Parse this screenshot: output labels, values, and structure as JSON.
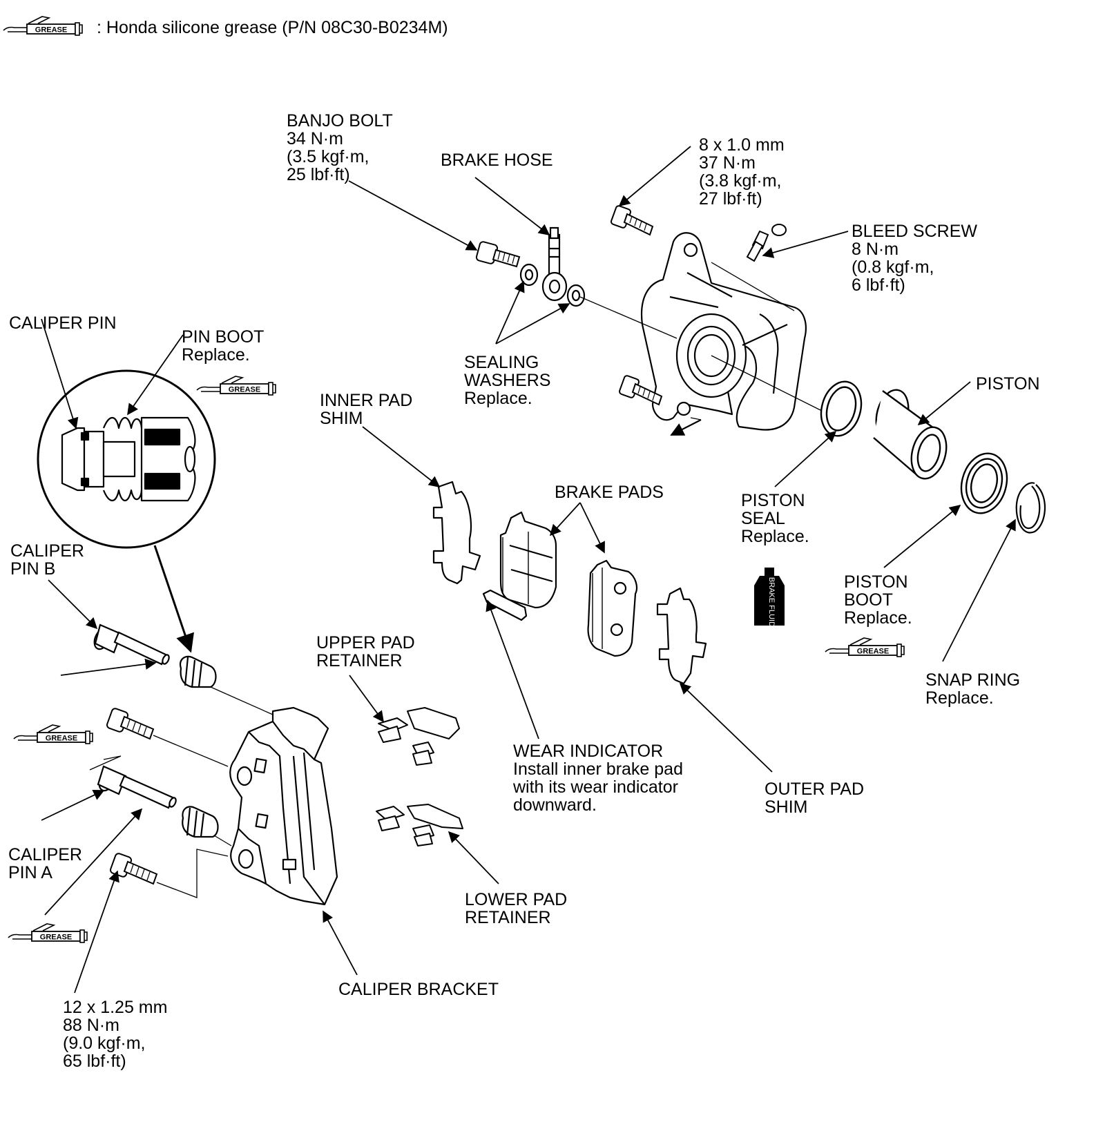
{
  "legend": {
    "icon": "grease-tube-icon",
    "icon_text": "GREASE",
    "text": ": Honda silicone grease (P/N 08C30-B0234M)"
  },
  "fluid_bottle": {
    "icon": "brake-fluid-bottle-icon",
    "text": "BRAKE FLUID"
  },
  "labels": {
    "banjo_bolt": [
      "BANJO BOLT",
      "34 N·m",
      "(3.5 kgf·m,",
      "25 lbf·ft)"
    ],
    "brake_hose": [
      "BRAKE HOSE"
    ],
    "mounting_bolt": [
      "8 x 1.0 mm",
      "37 N·m",
      "(3.8 kgf·m,",
      "27 lbf·ft)"
    ],
    "bleed_screw": [
      "BLEED SCREW",
      "8 N·m",
      "(0.8 kgf·m,",
      "6 lbf·ft)"
    ],
    "caliper_pin": [
      "CALIPER PIN"
    ],
    "pin_boot": [
      "PIN BOOT",
      "Replace."
    ],
    "sealing_washers": [
      "SEALING",
      "WASHERS",
      "Replace."
    ],
    "piston": [
      "PISTON"
    ],
    "inner_pad_shim": [
      "INNER PAD",
      "SHIM"
    ],
    "brake_pads": [
      "BRAKE PADS"
    ],
    "piston_seal": [
      "PISTON",
      "SEAL",
      "Replace."
    ],
    "caliper_pin_b": [
      "CALIPER",
      "PIN B"
    ],
    "piston_boot": [
      "PISTON",
      "BOOT",
      "Replace."
    ],
    "upper_pad_retainer": [
      "UPPER PAD",
      "RETAINER"
    ],
    "snap_ring": [
      "SNAP RING",
      "Replace."
    ],
    "wear_indicator": [
      "WEAR INDICATOR",
      "Install inner brake pad",
      "with its wear indicator",
      "downward."
    ],
    "outer_pad_shim": [
      "OUTER PAD",
      "SHIM"
    ],
    "caliper_pin_a": [
      "CALIPER",
      "PIN A"
    ],
    "lower_pad_retainer": [
      "LOWER PAD",
      "RETAINER"
    ],
    "caliper_bracket": [
      "CALIPER BRACKET"
    ],
    "bracket_bolt": [
      "12 x 1.25 mm",
      "88 N·m",
      "(9.0 kgf·m,",
      "65 lbf·ft)"
    ]
  }
}
